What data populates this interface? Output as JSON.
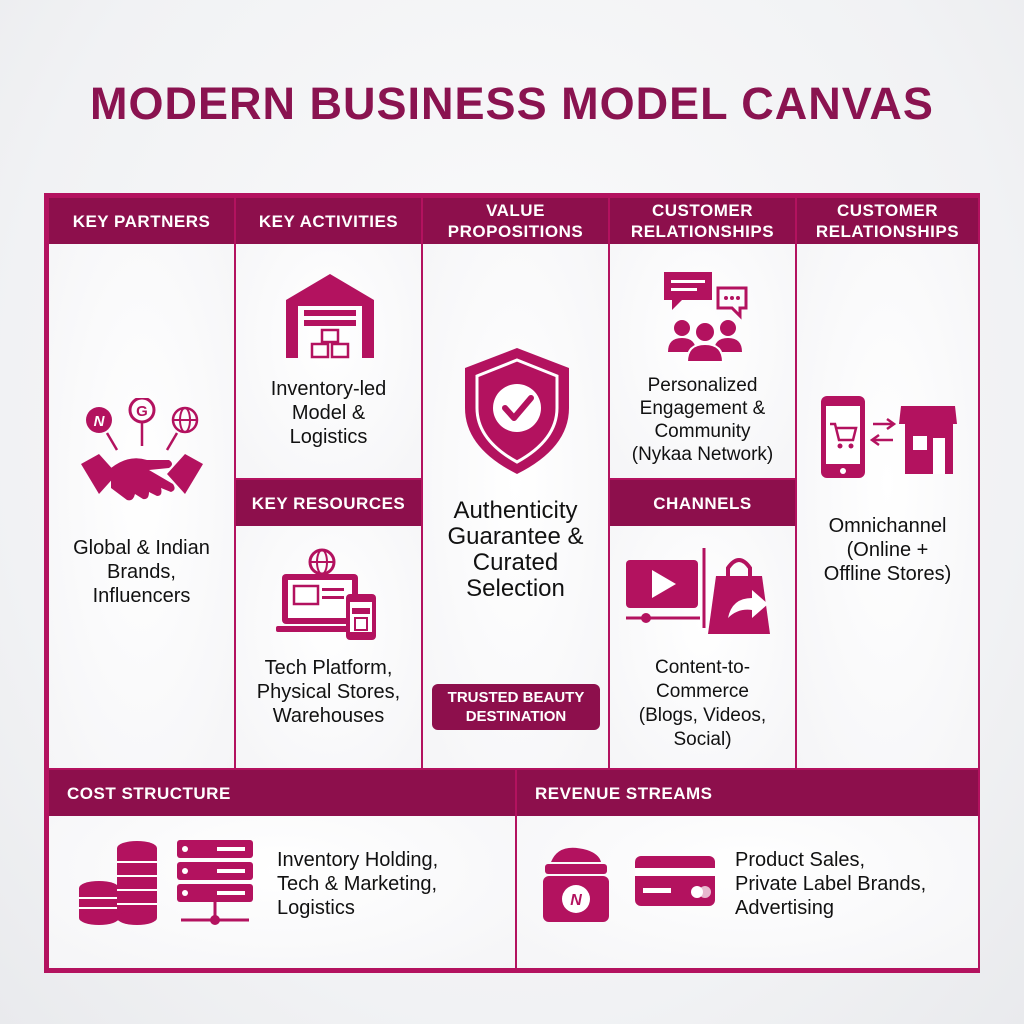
{
  "title": "MODERN BUSINESS MODEL CANVAS",
  "colors": {
    "primary": "#b3125f",
    "header": "#8d0f4c",
    "title": "#8a1350",
    "text": "#111111"
  },
  "blocks": {
    "key_partners": {
      "header": "KEY PARTNERS",
      "text": "Global & Indian\nBrands,\nInfluencers",
      "icon": "handshake-icon"
    },
    "key_activities": {
      "header": "KEY ACTIVITIES",
      "text": "Inventory-led\nModel &\nLogistics",
      "icon": "warehouse-icon"
    },
    "key_resources": {
      "header": "KEY RESOURCES",
      "text": "Tech Platform,\nPhysical Stores,\nWarehouses",
      "icon": "laptop-store-icon"
    },
    "value_propositions": {
      "header": "VALUE\nPROPOSITIONS",
      "text": "Authenticity\nGuarantee &\nCurated\nSelection",
      "badge": "TRUSTED BEAUTY\nDESTINATION",
      "icon": "shield-check-icon"
    },
    "customer_relationships": {
      "header": "CUSTOMER\nRELATIONSHIPS",
      "text": "Personalized\nEngagement &\nCommunity\n(Nykaa Network)",
      "icon": "community-chat-icon"
    },
    "channels": {
      "header": "CHANNELS",
      "text": "Content-to-\nCommerce\n(Blogs, Videos,\nSocial)",
      "icon": "video-shopping-icon"
    },
    "customer_segments": {
      "header": "CUSTOMER\nRELATIONSHIPS",
      "text": "Omnichannel\n(Online +\nOffline Stores)",
      "icon": "phone-store-icon"
    },
    "cost_structure": {
      "header": "COST STRUCTURE",
      "text": "Inventory Holding,\nTech & Marketing,\nLogistics",
      "icon": "coins-server-icon"
    },
    "revenue_streams": {
      "header": "REVENUE STREAMS",
      "text": "Product Sales,\nPrivate Label Brands,\nAdvertising",
      "icon": "cream-card-icon"
    }
  }
}
